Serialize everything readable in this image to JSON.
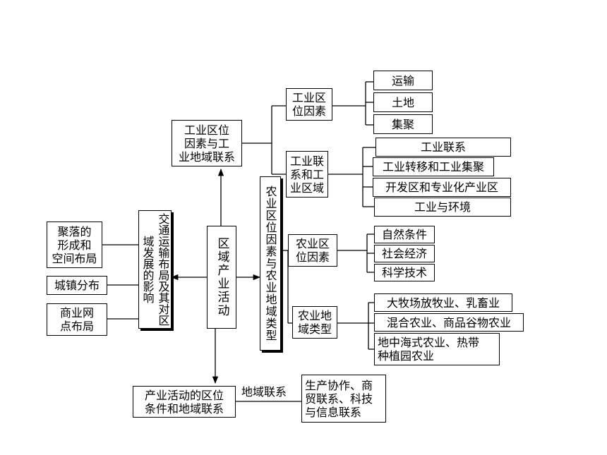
{
  "center": "区域产业活动",
  "industry": {
    "title": "工业区位\n因素与工\n业地域联系",
    "factors": "工业区\n位因素",
    "factor_items": [
      "运输",
      "土地",
      "集聚"
    ],
    "linkage": "工业联\n系和工\n业区域",
    "linkage_items": [
      "工业联系",
      "工业转移和工业集聚",
      "开发区和专业化产业区",
      "工业与环境"
    ]
  },
  "agriculture": {
    "title": "农业区位因素与农业地域类型",
    "factors": "农业区\n位因素",
    "factor_items": [
      "自然条件",
      "社会经济",
      "科学技术"
    ],
    "types": "农业地\n域类型",
    "type_items": [
      "大牧场放牧业、乳畜业",
      "混合农业、商品谷物农业",
      "地中海式农业、热带\n种植园农业"
    ]
  },
  "transport": {
    "title": "交通运输布局及其对区域发展的影响",
    "items": [
      "聚落的\n形成和\n空间布局",
      "城镇分布",
      "商业网\n点布局"
    ]
  },
  "bottom": {
    "title": "产业活动的区位\n条件和地域联系",
    "link_label": "地域联系",
    "result": "生产协作、商\n贸联系、科技\n与信息联系"
  }
}
